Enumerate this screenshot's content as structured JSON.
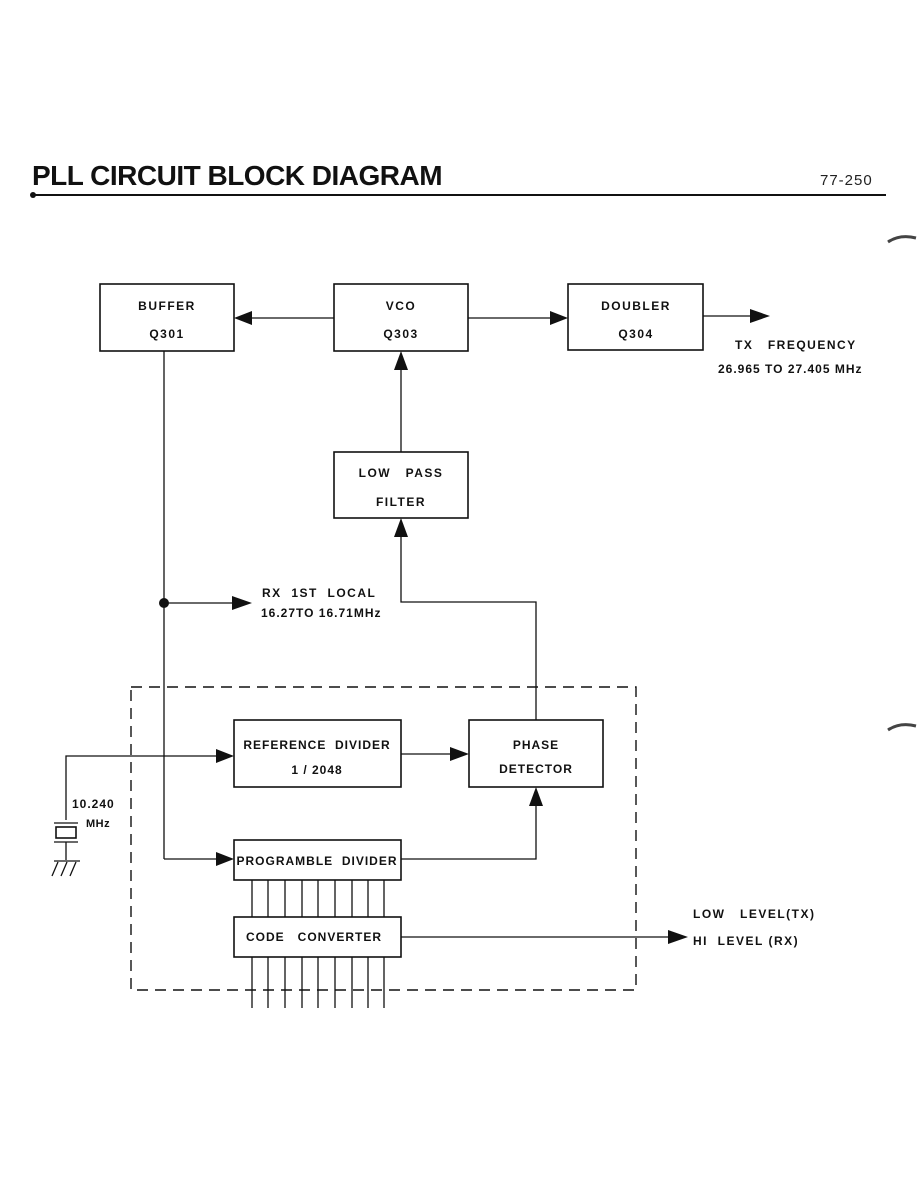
{
  "header": {
    "title": "PLL CIRCUIT BLOCK DIAGRAM",
    "page_number": "77-250"
  },
  "blocks": {
    "buffer": {
      "line1": "BUFFER",
      "line2": "Q301"
    },
    "vco": {
      "line1": "VCO",
      "line2": "Q303"
    },
    "doubler": {
      "line1": "DOUBLER",
      "line2": "Q304"
    },
    "low_pass_filter": {
      "line1": "LOW   PASS",
      "line2": "FILTER"
    },
    "reference_divider": {
      "line1": "REFERENCE  DIVIDER",
      "line2": "1 / 2048"
    },
    "phase_detector": {
      "line1": "PHASE",
      "line2": "DETECTOR"
    },
    "programmable_divider": {
      "line1": "PROGRAMBLE  DIVIDER"
    },
    "code_converter": {
      "line1": "CODE   CONVERTER"
    }
  },
  "labels": {
    "tx_frequency": "TX   FREQUENCY",
    "tx_range": "26.965 TO 27.405 MHz",
    "rx_local": "RX  1ST  LOCAL",
    "rx_range": "16.27TO 16.71MHz",
    "crystal_freq": "10.240",
    "crystal_unit": "MHz",
    "low_level": "LOW   LEVEL(TX)",
    "hi_level": "HI  LEVEL (RX)"
  }
}
